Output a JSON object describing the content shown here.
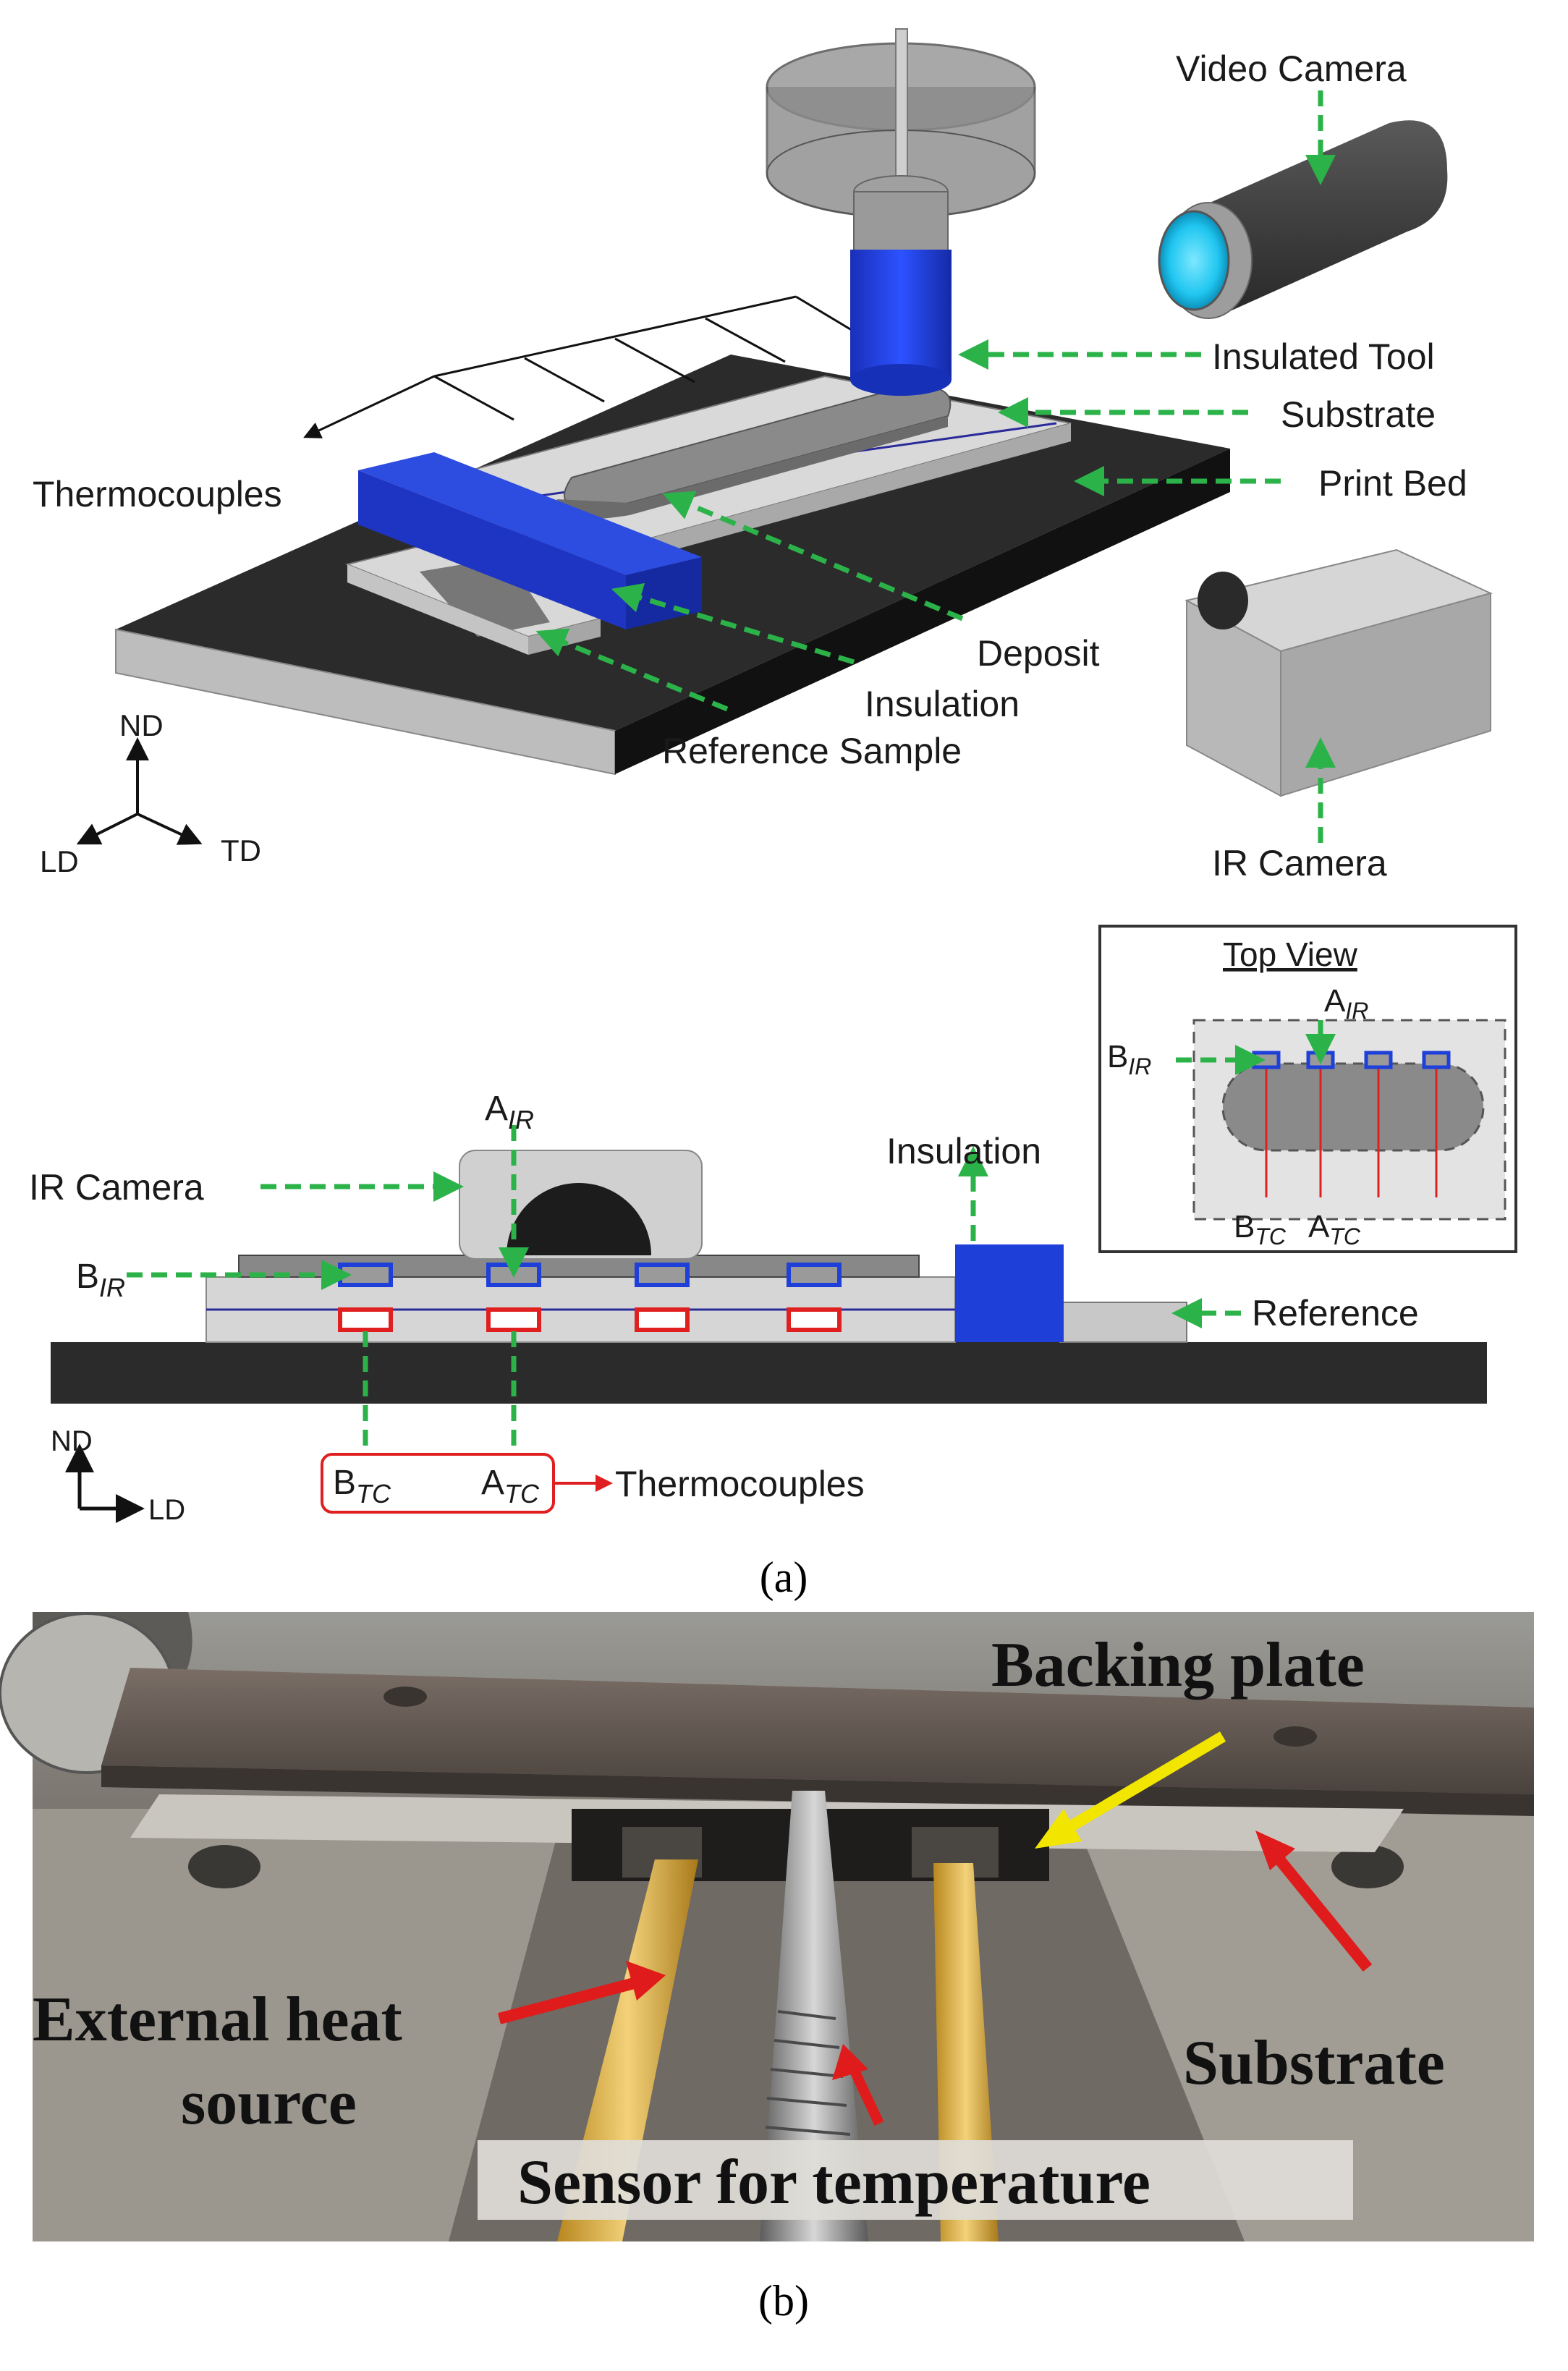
{
  "figure": {
    "panel_a": {
      "iso_view": {
        "labels": {
          "video_camera": "Video Camera",
          "insulated_tool": "Insulated Tool",
          "substrate": "Substrate",
          "print_bed": "Print Bed",
          "thermocouples": "Thermocouples",
          "deposit": "Deposit",
          "insulation": "Insulation",
          "reference_sample": "Reference Sample",
          "ir_camera": "IR Camera"
        },
        "axes": {
          "nd": "ND",
          "ld": "LD",
          "td": "TD"
        }
      },
      "side_view": {
        "labels": {
          "ir_camera": "IR Camera",
          "insulation": "Insulation",
          "reference": "Reference",
          "thermocouples": "Thermocouples"
        },
        "points": {
          "a_ir": {
            "main": "A",
            "sub": "IR"
          },
          "b_ir": {
            "main": "B",
            "sub": "IR"
          },
          "b_tc": {
            "main": "B",
            "sub": "TC"
          },
          "a_tc": {
            "main": "A",
            "sub": "TC"
          }
        },
        "axes": {
          "nd": "ND",
          "ld": "LD"
        },
        "top_view": {
          "title": "Top View",
          "a_ir": {
            "main": "A",
            "sub": "IR"
          },
          "b_ir": {
            "main": "B",
            "sub": "IR"
          },
          "b_tc": {
            "main": "B",
            "sub": "TC"
          },
          "a_tc": {
            "main": "A",
            "sub": "TC"
          }
        }
      },
      "caption": "(a)"
    },
    "panel_b": {
      "labels": {
        "backing_plate": "Backing plate",
        "external_heat_line1": "External heat",
        "external_heat_line2": "source",
        "substrate": "Substrate",
        "sensor": "Sensor for temperature"
      },
      "caption": "(b)"
    },
    "colors": {
      "tool_blue": "#1e3fd8",
      "dash_green": "#2bb34a",
      "thermo_red": "#e02020",
      "arrow_yellow": "#f2e600",
      "arrow_red": "#e01b1b"
    }
  }
}
